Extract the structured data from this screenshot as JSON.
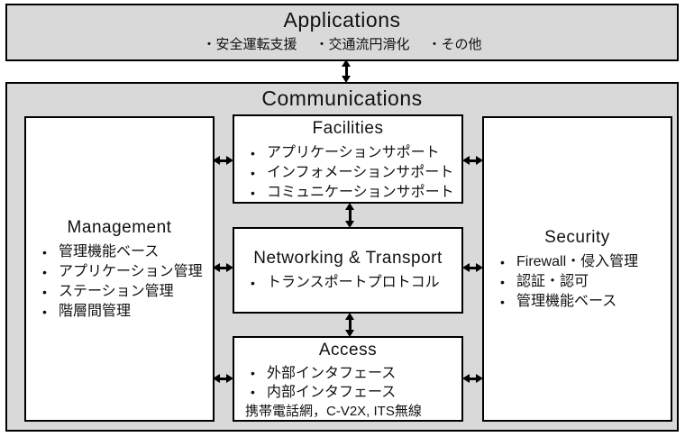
{
  "applications": {
    "title": "Applications",
    "items": [
      "・安全運転支援",
      "・交通流円滑化",
      "・その他"
    ]
  },
  "communications": {
    "title": "Communications",
    "management": {
      "title": "Management",
      "items": [
        "管理機能ベース",
        "アプリケーション管理",
        "ステーション管理",
        "階層間管理"
      ]
    },
    "facilities": {
      "title": "Facilities",
      "items": [
        "アプリケーションサポート",
        "インフォメーションサポート",
        "コミュニケーションサポート"
      ]
    },
    "networking_transport": {
      "title": "Networking & Transport",
      "items": [
        "トランスポートプロトコル"
      ]
    },
    "access": {
      "title": "Access",
      "items": [
        "外部インタフェース",
        "内部インタフェース"
      ],
      "note": "携帯電話網，C-V2X, ITS無線"
    },
    "security": {
      "title": "Security",
      "items": [
        "Firewall・侵入管理",
        "認証・認可",
        "管理機能ベース"
      ]
    }
  },
  "colors": {
    "panel_fill": "#d9d9d9",
    "box_fill": "#ffffff",
    "border": "#000000",
    "text": "#111111"
  }
}
